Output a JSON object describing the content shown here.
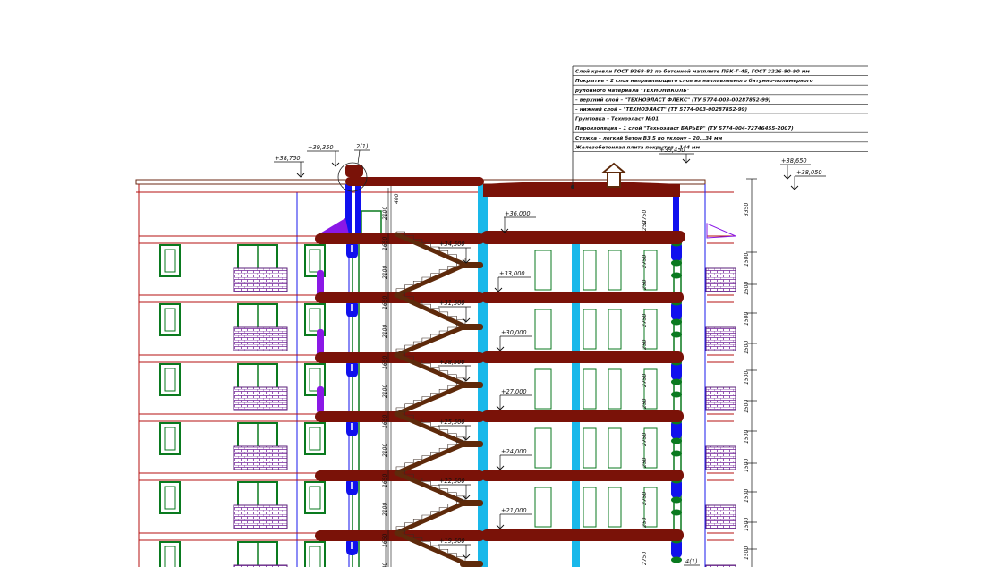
{
  "spec_table": {
    "lines": [
      "Слой кровли ГОСТ 9268-82 по бетонной матплите ПБК-Г-45, ГОСТ 2226-80-90 мм",
      "Покрытие – 2 слоя направляющего слоя из наплавляемого битумно-полимерного",
      "рулонного материала \"ТЕХНОНИКОЛЬ\"",
      "– верхний слой – \"ТЕХНОЭЛАСТ ФЛЕКС\" (ТУ 5774-003-00287852-99)",
      "– нижний слой – \"ТЕХНОЭЛАСТ\" (ТУ 5774-003-00287852-99)",
      "Грунтовка – Техноэласт №01",
      "Пароизоляция – 1 слой \"Техноэласт БАРЬЕР\" (ТУ 5774-004-72746455-2007)",
      "Стяжка – легкий бетон В3,5 по уклону – 20...34 мм",
      "Железобетонная плита покрытия – 144 мм"
    ]
  },
  "elevation_marks": [
    {
      "id": "m38750",
      "label": "+38,750"
    },
    {
      "id": "m39350",
      "label": "+39,350"
    },
    {
      "id": "m39450",
      "label": "+39,450"
    },
    {
      "id": "m38650",
      "label": "+38,650"
    },
    {
      "id": "m38050",
      "label": "+38,050"
    },
    {
      "id": "m36000",
      "label": "+36,000"
    },
    {
      "id": "m34500",
      "label": "+34,500"
    },
    {
      "id": "m33000",
      "label": "+33,000"
    },
    {
      "id": "m31500",
      "label": "+31,500"
    },
    {
      "id": "m30000",
      "label": "+30,000"
    },
    {
      "id": "m28500",
      "label": "+28,500"
    },
    {
      "id": "m27000",
      "label": "+27,000"
    },
    {
      "id": "m25500",
      "label": "+25,500"
    },
    {
      "id": "m24000",
      "label": "+24,000"
    },
    {
      "id": "m22500",
      "label": "+22,500"
    },
    {
      "id": "m21000",
      "label": "+21,000"
    },
    {
      "id": "m19500",
      "label": "+19,500"
    }
  ],
  "node_callouts": [
    {
      "id": "node2",
      "label": "2(1)"
    },
    {
      "id": "node4",
      "label": "4(1)"
    }
  ],
  "dimension_labels": {
    "parapet": "400",
    "top_clear": "2100",
    "left_clear": "2100",
    "left_slab": "1650",
    "inner_clear": "2750",
    "inner_slab": "250",
    "roof_height": "3350",
    "right_window": "1500"
  },
  "colors": {
    "slab": "#7a1208",
    "stair": "#5e2a0b",
    "column_cyan": "#19b8ea",
    "column_blue": "#1010ee",
    "purple": "#8a18e6",
    "window_green": "#0a7a1f",
    "grid_blue": "#1a1aee",
    "line_red": "#b41010",
    "railing_brick": "#7a2f9f"
  }
}
